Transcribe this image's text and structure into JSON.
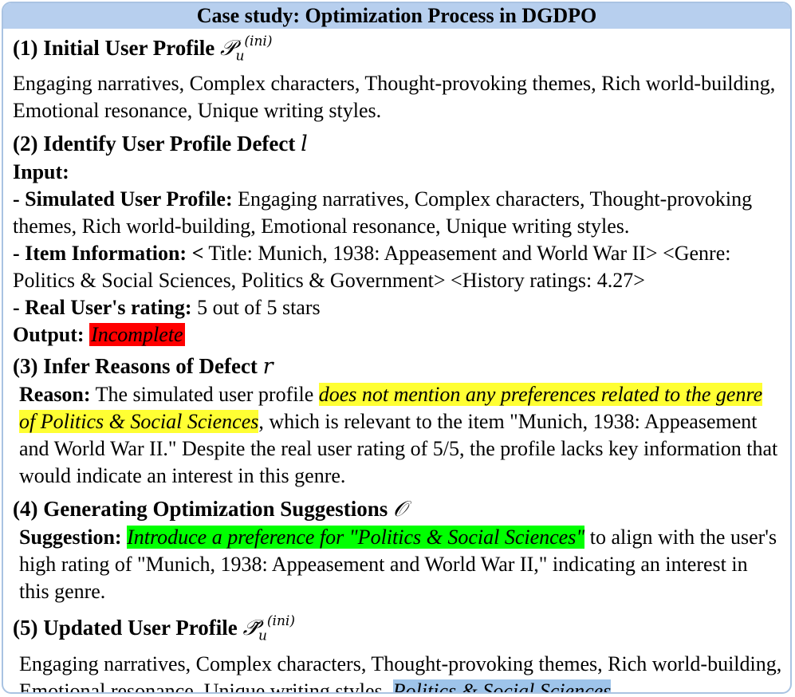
{
  "header": {
    "title": "Case study: Optimization Process in DGDPO"
  },
  "section1": {
    "title": "(1) Initial User Profile",
    "symbol": "𝒫",
    "sub": "u",
    "sup": "(ini)",
    "text": "Engaging narratives, Complex characters, Thought-provoking themes, Rich world-building, Emotional resonance, Unique writing styles."
  },
  "section2": {
    "title": "(2) Identify User Profile Defect",
    "symbol": "l",
    "input_label": "Input:",
    "sim_label": "- Simulated User Profile:",
    "sim_text": " Engaging narratives, Complex characters, Thought-provoking themes, Rich world-building, Emotional resonance, Unique writing styles.",
    "item_label": "- Item Information: <",
    "item_text": " Title: Munich, 1938: Appeasement and World War II> <Genre: Politics & Social Sciences, Politics & Government> <History ratings: 4.27>",
    "rating_label": "- Real User's rating:",
    "rating_text": " 5 out of 5 stars",
    "output_label": "Output:",
    "output_value": "Incomplete"
  },
  "section3": {
    "title": "(3) Infer Reasons of Defect",
    "symbol": "r",
    "reason_label": "Reason:",
    "reason_pre": " The simulated user profile ",
    "reason_highlight": "does not mention any preferences related to the genre of Politics & Social Sciences",
    "reason_post": ", which is relevant to the item \"Munich, 1938: Appeasement and World War II.\" Despite the real user rating of 5/5, the profile lacks key information that would indicate an interest in this genre."
  },
  "section4": {
    "title": "(4) Generating Optimization Suggestions",
    "symbol": "𝒪",
    "suggestion_label": "Suggestion:",
    "suggestion_highlight": "Introduce a preference for \"Politics & Social Sciences\"",
    "suggestion_post": " to align with the user's high rating of \"Munich, 1938: Appeasement and World War II,\" indicating an interest in this genre."
  },
  "section5": {
    "title": "(5) Updated User Profile",
    "symbol": "𝒫̃",
    "sub": "u",
    "sup": "(ini)",
    "text": "Engaging narratives, Complex characters, Thought-provoking themes, Rich world-building, Emotional resonance, Unique writing styles, ",
    "highlight": "Politics & Social Sciences",
    "end": "."
  },
  "colors": {
    "header_bg": "#b7cfee",
    "border": "#a9c3e2",
    "output_highlight": "#ff0000",
    "reason_highlight": "#ffff33",
    "suggestion_highlight": "#00ff00",
    "update_highlight": "#9ec4ea"
  }
}
